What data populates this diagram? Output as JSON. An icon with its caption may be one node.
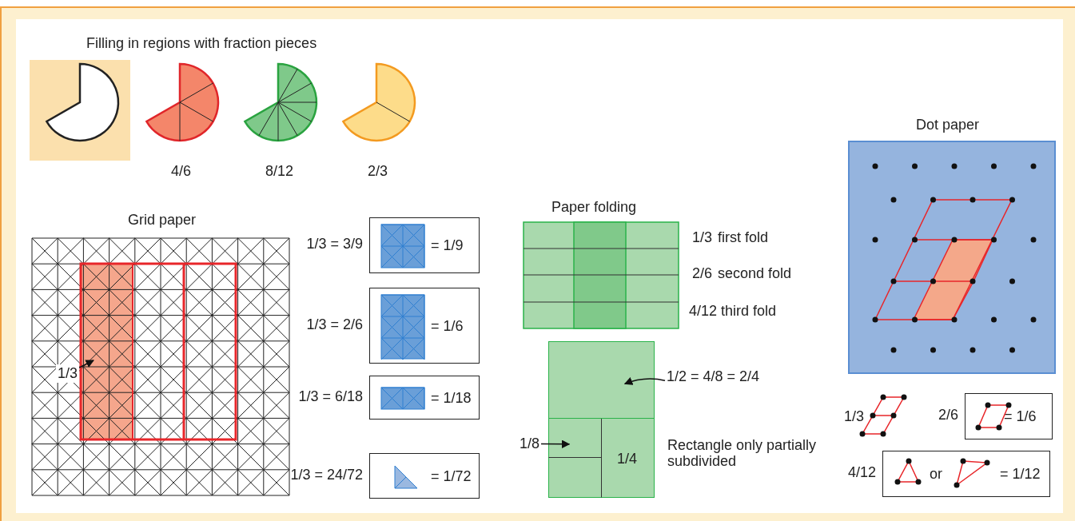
{
  "diagram": {
    "nodes": [
      {
        "text": [
          "1/3"
        ]
      },
      {
        "text": [],
        "shape": "box"
      },
      {
        "text": [
          "1/2 = 4/8 = 2/4"
        ]
      },
      {
        "text": [],
        "shape": "box"
      },
      {
        "text": [
          "1/8"
        ]
      },
      {
        "text": [],
        "shape": "box"
      },
      {
        "text": [
          "= 1/9"
        ],
        "beside": [
          "1/3 = 3/9"
        ]
      },
      {
        "text": [
          "= 1/6"
        ],
        "beside": [
          "1/3 = 2/6"
        ]
      },
      {
        "text": [
          "= 1/18"
        ],
        "beside": [
          "1/3 = 6/18"
        ]
      },
      {
        "text": [
          "= 1/72"
        ],
        "beside": [
          "1/3 = 24/72"
        ]
      },
      {
        "text": [
          "= 1/6"
        ],
        "beside": [
          "2/6"
        ]
      },
      {
        "text": [
          "or",
          "= 1/12"
        ],
        "beside": [
          "4/12"
        ]
      }
    ],
    "edges": [
      {
        "from": 0,
        "to": 1,
        "arrow": "to"
      },
      {
        "from": 2,
        "to": 3,
        "arrow": "to"
      },
      {
        "from": 4,
        "to": 5,
        "arrow": "to"
      }
    ],
    "labels": [
      "Filling in regions with fraction pieces",
      "4/6",
      "8/12",
      "2/3",
      "Dot paper",
      "Grid paper",
      "Paper folding",
      "1/3",
      "first fold",
      "2/6",
      "second fold",
      "4/12",
      "third fold",
      "1/4",
      "Rectangle only partially subdivided",
      "1/3"
    ]
  }
}
